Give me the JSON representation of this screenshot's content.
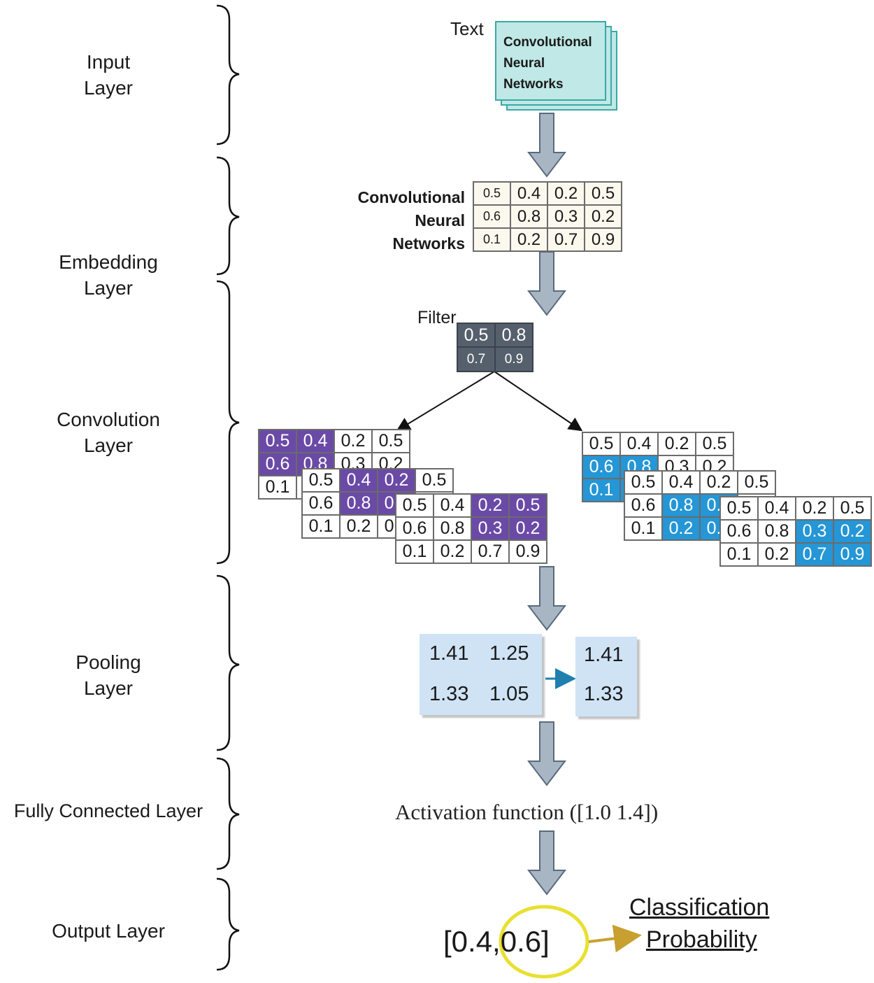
{
  "layers": [
    "Input\nLayer",
    "Embedding\nLayer",
    "Convolution\nLayer",
    "Pooling\nLayer",
    "Fully Connected Layer",
    "Output Layer"
  ],
  "input": {
    "label": "Text",
    "doc_lines": [
      "Convolutional",
      "Neural",
      "Networks"
    ]
  },
  "embedding": {
    "words": [
      "Convolutional",
      "Neural",
      "Networks"
    ],
    "matrix": [
      [
        "0.5",
        "0.4",
        "0.2",
        "0.5"
      ],
      [
        "0.6",
        "0.8",
        "0.3",
        "0.2"
      ],
      [
        "0.1",
        "0.2",
        "0.7",
        "0.9"
      ]
    ]
  },
  "filter": {
    "label": "Filter",
    "matrix": [
      [
        "0.5",
        "0.8"
      ],
      [
        "0.7",
        "0.9"
      ]
    ]
  },
  "pooling": {
    "input": [
      [
        "1.41",
        "1.25"
      ],
      [
        "1.33",
        "1.05"
      ]
    ],
    "output": [
      "1.41",
      "1.33"
    ]
  },
  "fully_connected": {
    "text": "Activation function ([1.0 1.4])"
  },
  "output": {
    "vector_prefix": "[0.4,",
    "vector_highlight": "0.6]",
    "label_line1": "Classification",
    "label_line2": "Probability"
  },
  "colors": {
    "doc_fill": "#bfe8e6",
    "doc_border": "#3aa9a4",
    "embed_fill": "#fbf8ee",
    "filter_fill": "#56606d",
    "purple": "#6a4aa6",
    "blue": "#2596d6",
    "pool_fill": "#cfe3f5",
    "arrow_fill": "#a8b6c4",
    "arrow_stroke": "#5a6a7c",
    "highlight": "#e8e030",
    "output_arrow": "#c8a030"
  }
}
